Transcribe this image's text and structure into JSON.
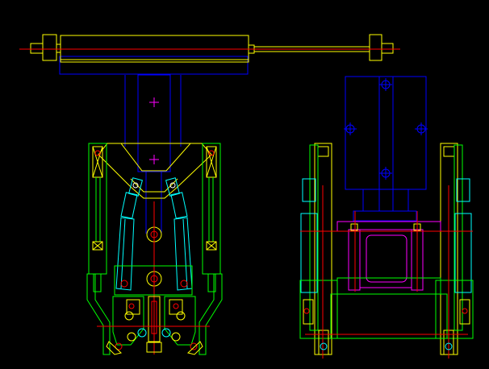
{
  "drawing": {
    "background": "#000000",
    "palette": {
      "yellow": "#ffff00",
      "red": "#ff0000",
      "blue": "#0000ff",
      "green": "#00ff00",
      "cyan": "#00ffff",
      "magenta": "#ff00ff",
      "white": "#ffffff"
    },
    "views": [
      {
        "name": "front-view",
        "components": [
          "hydraulic-cylinder",
          "mounting-block",
          "gripper-frame",
          "pivot-arms",
          "linkage-cylinders",
          "jaw-assembly"
        ]
      },
      {
        "name": "side-view",
        "components": [
          "mounting-plate",
          "side-frames",
          "center-box",
          "jaw-assembly"
        ]
      }
    ]
  }
}
